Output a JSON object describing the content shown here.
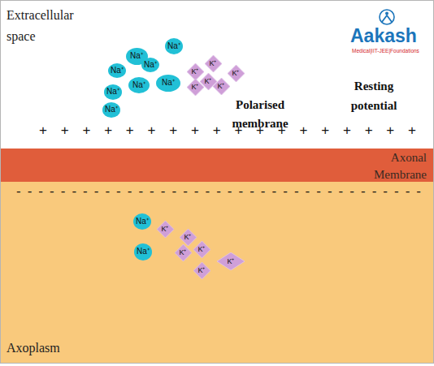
{
  "diagram": {
    "nodes": [
      {
        "text": [
          "Extracellular space"
        ]
      },
      {
        "text": [
          "Na⁺"
        ],
        "in": 0
      },
      {
        "text": [
          "Na⁺"
        ],
        "in": 0
      },
      {
        "text": [
          "Na⁺"
        ],
        "in": 0
      },
      {
        "text": [
          "Na⁺"
        ],
        "in": 0
      },
      {
        "text": [
          "Na⁺"
        ],
        "in": 0
      },
      {
        "text": [
          "Na⁺"
        ],
        "in": 0
      },
      {
        "text": [
          "Na⁺"
        ],
        "in": 0
      },
      {
        "text": [
          "Na⁺"
        ],
        "in": 0
      },
      {
        "text": [
          "K⁺"
        ],
        "in": 0
      },
      {
        "text": [
          "K⁺"
        ],
        "in": 0
      },
      {
        "text": [
          "K⁺"
        ],
        "in": 0
      },
      {
        "text": [
          "K⁺"
        ],
        "in": 0
      },
      {
        "text": [
          "K⁺"
        ],
        "in": 0
      },
      {
        "text": [
          "K⁺"
        ],
        "in": 0
      },
      {
        "text": [
          "Axonal Membrane"
        ]
      },
      {
        "text": [
          "Axoplasm"
        ]
      },
      {
        "text": [
          "Na⁺"
        ],
        "in": 16
      },
      {
        "text": [
          "Na⁺"
        ],
        "in": 16
      },
      {
        "text": [
          "K⁺"
        ],
        "in": 16
      },
      {
        "text": [
          "K⁺"
        ],
        "in": 16
      },
      {
        "text": [
          "K⁺"
        ],
        "in": 16
      },
      {
        "text": [
          "K⁺"
        ],
        "in": 16
      },
      {
        "text": [
          "K⁺"
        ],
        "in": 16
      },
      {
        "text": [
          "K⁺"
        ],
        "in": 16
      }
    ],
    "labels": [
      "Aakash",
      "Medical|IIT-JEE|Foundations",
      "Resting potential",
      "Polarised membrane",
      "+ + + + + + + + + + + + + + + + + +",
      "- - - - - - - - - - - - - - - - - - - - - - - - - - - - - - - - - - - - -"
    ]
  }
}
